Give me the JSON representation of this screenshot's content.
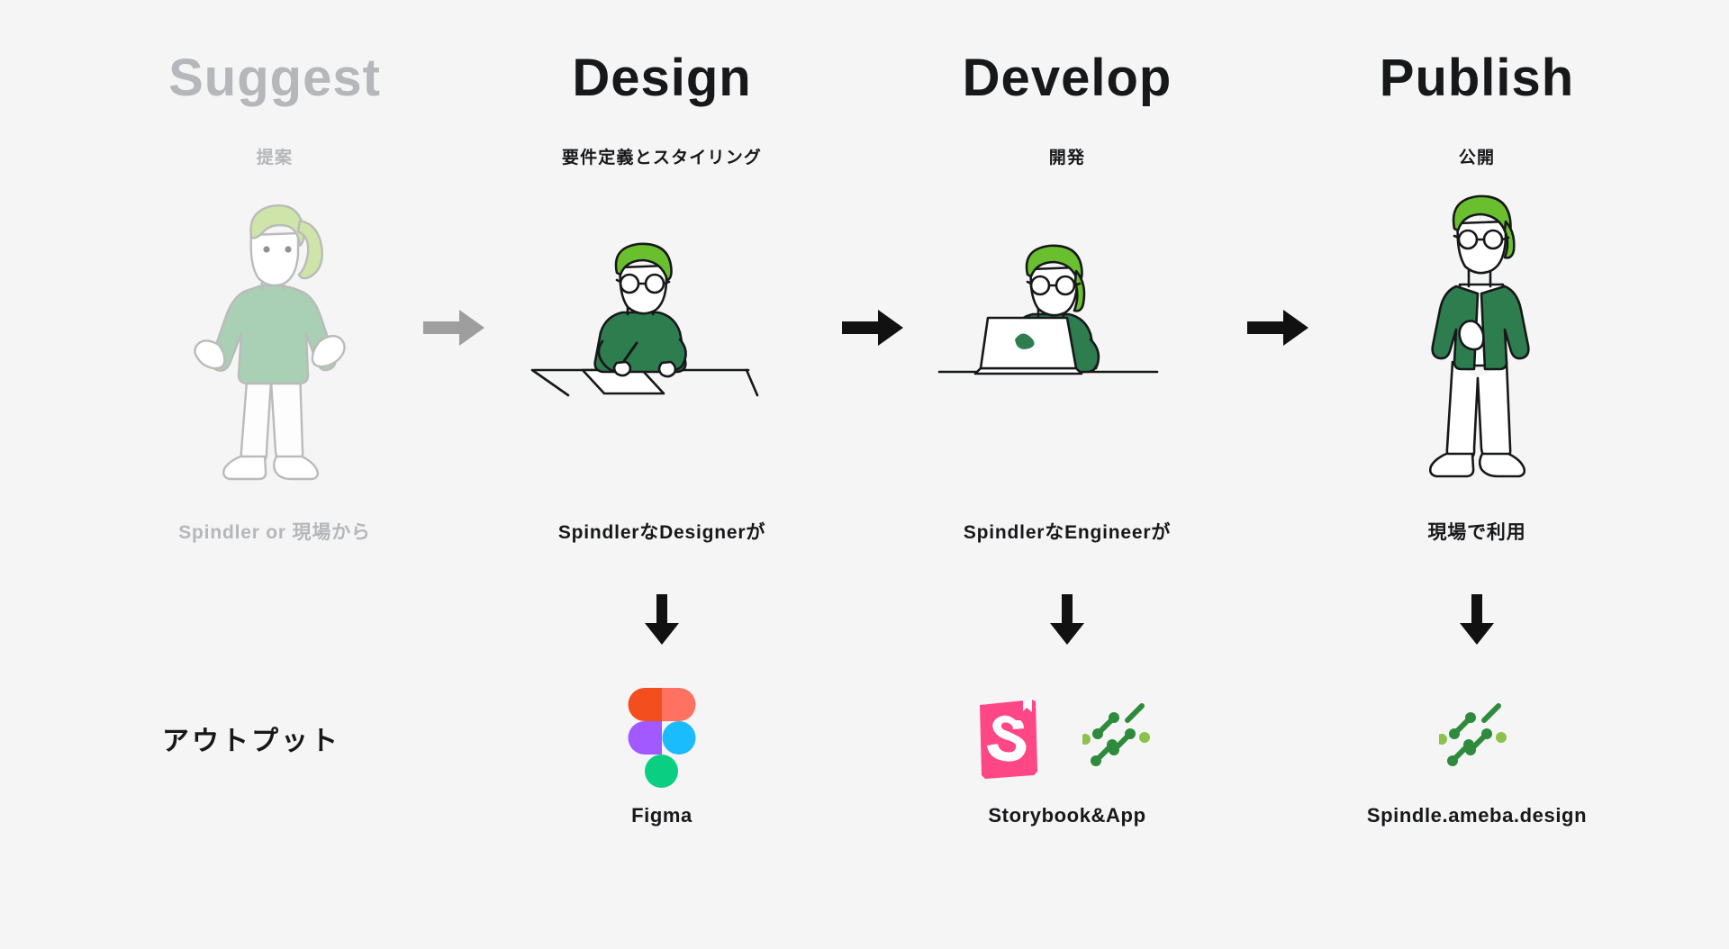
{
  "page": {
    "background_color": "#f5f5f5",
    "row_label": "アウトプット"
  },
  "colors": {
    "ink": "#17181a",
    "muted": "#b5b7ba",
    "arrow_active": "#111111",
    "arrow_muted": "#9e9e9e",
    "shirt_green": "#2e7d4f",
    "hair_green": "#6abf2e",
    "faded_green": "#a9cfb4",
    "faded_hair": "#cfe4a8",
    "figma_orange": "#f24e1e",
    "figma_orange_light": "#ff7262",
    "figma_purple": "#a259ff",
    "figma_blue": "#1abcfe",
    "figma_green": "#0acf83",
    "storybook_pink": "#ff4785",
    "spindle_green": "#2e8b3d",
    "spindle_light": "#8bc34a"
  },
  "stages": [
    {
      "id": "suggest",
      "title": "Suggest",
      "subtitle": "提案",
      "actor": "Spindler or 現場から",
      "muted": true,
      "illustration": "person-shrugging",
      "has_output": false,
      "outputs": [],
      "output_label": ""
    },
    {
      "id": "design",
      "title": "Design",
      "subtitle": "要件定義とスタイリング",
      "actor": "SpindlerなDesignerが",
      "muted": false,
      "illustration": "person-sketching-at-desk",
      "has_output": true,
      "outputs": [
        "figma-logo"
      ],
      "output_label": "Figma"
    },
    {
      "id": "develop",
      "title": "Develop",
      "subtitle": "開発",
      "actor": "SpindlerなEngineerが",
      "muted": false,
      "illustration": "person-coding-on-laptop",
      "has_output": true,
      "outputs": [
        "storybook-logo",
        "spindle-logo"
      ],
      "output_label": "Storybook&App"
    },
    {
      "id": "publish",
      "title": "Publish",
      "subtitle": "公開",
      "actor": "現場で利用",
      "muted": false,
      "illustration": "person-standing-with-phone",
      "has_output": true,
      "outputs": [
        "spindle-logo"
      ],
      "output_label": "Spindle.ameba.design"
    }
  ],
  "connectors": [
    {
      "id": "arrow-suggest-to-design",
      "muted": true
    },
    {
      "id": "arrow-design-to-develop",
      "muted": false
    },
    {
      "id": "arrow-develop-to-publish",
      "muted": false
    }
  ]
}
